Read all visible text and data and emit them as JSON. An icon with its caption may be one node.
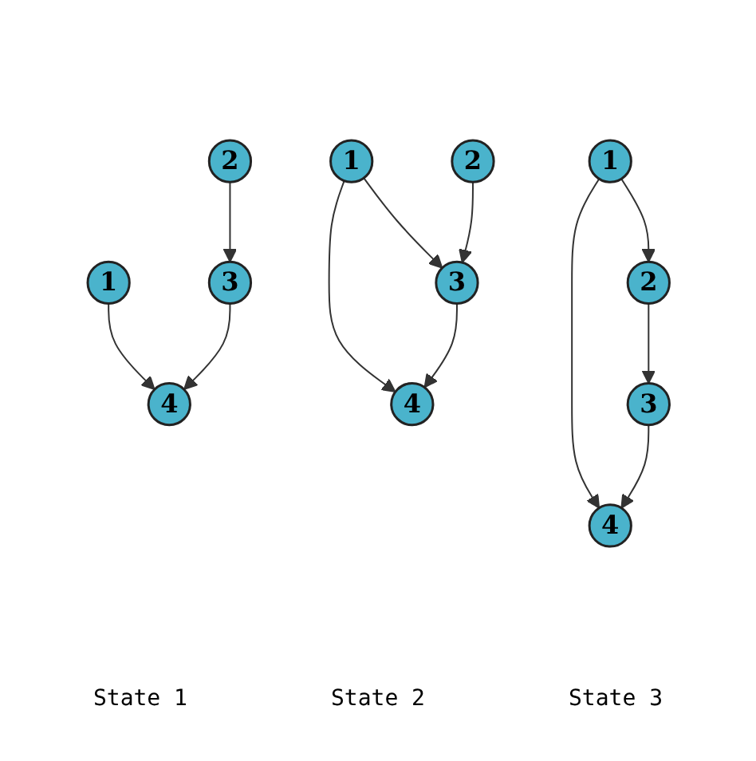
{
  "diagram": {
    "nodes": [
      {
        "text": [
          "1"
        ]
      },
      {
        "text": [
          "2"
        ]
      },
      {
        "text": [
          "3"
        ]
      },
      {
        "text": [
          "4"
        ]
      },
      {
        "text": [
          "1"
        ]
      },
      {
        "text": [
          "2"
        ]
      },
      {
        "text": [
          "3"
        ]
      },
      {
        "text": [
          "4"
        ]
      },
      {
        "text": [
          "1"
        ]
      },
      {
        "text": [
          "2"
        ]
      },
      {
        "text": [
          "3"
        ]
      },
      {
        "text": [
          "4"
        ]
      }
    ],
    "edges": [
      {
        "from": 0,
        "to": 3,
        "arrow": "to"
      },
      {
        "from": 1,
        "to": 2,
        "arrow": "to"
      },
      {
        "from": 2,
        "to": 3,
        "arrow": "to"
      },
      {
        "from": 4,
        "to": 6,
        "arrow": "to"
      },
      {
        "from": 4,
        "to": 7,
        "arrow": "to"
      },
      {
        "from": 5,
        "to": 6,
        "arrow": "to"
      },
      {
        "from": 6,
        "to": 7,
        "arrow": "to"
      },
      {
        "from": 8,
        "to": 9,
        "arrow": "to"
      },
      {
        "from": 8,
        "to": 11,
        "arrow": "to"
      },
      {
        "from": 9,
        "to": 10,
        "arrow": "to"
      },
      {
        "from": 10,
        "to": 11,
        "arrow": "to"
      }
    ],
    "labels": [
      "State 1",
      "State 2",
      "State 3"
    ]
  }
}
